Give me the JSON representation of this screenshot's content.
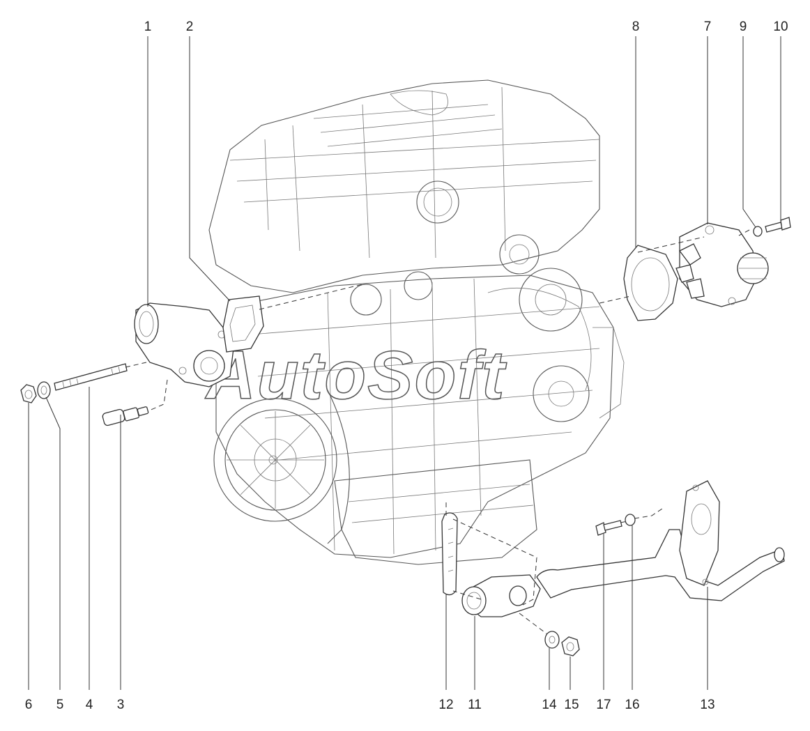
{
  "watermark": "AutoSoft",
  "callouts": [
    {
      "id": "1",
      "label": "1"
    },
    {
      "id": "2",
      "label": "2"
    },
    {
      "id": "3",
      "label": "3"
    },
    {
      "id": "4",
      "label": "4"
    },
    {
      "id": "5",
      "label": "5"
    },
    {
      "id": "6",
      "label": "6"
    },
    {
      "id": "7",
      "label": "7"
    },
    {
      "id": "8",
      "label": "8"
    },
    {
      "id": "9",
      "label": "9"
    },
    {
      "id": "10",
      "label": "10"
    },
    {
      "id": "11",
      "label": "11"
    },
    {
      "id": "12",
      "label": "12"
    },
    {
      "id": "13",
      "label": "13"
    },
    {
      "id": "14",
      "label": "14"
    },
    {
      "id": "15",
      "label": "15"
    },
    {
      "id": "16",
      "label": "16"
    },
    {
      "id": "17",
      "label": "17"
    }
  ]
}
